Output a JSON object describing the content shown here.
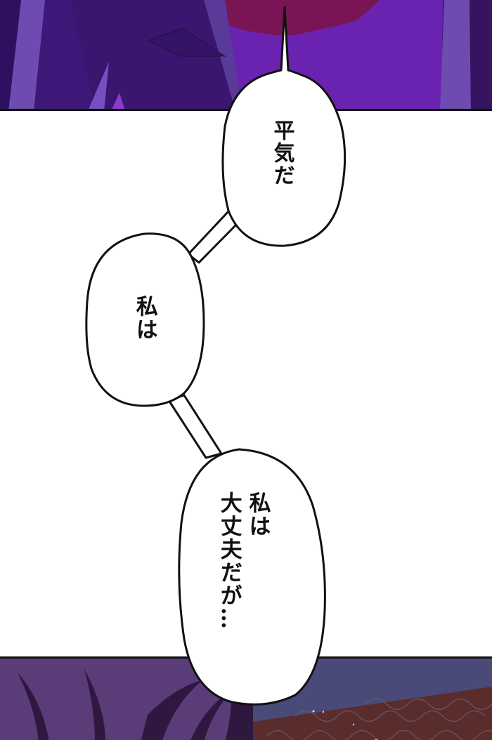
{
  "page": {
    "type": "webtoon-panel",
    "colors": {
      "top_panel_base": "#451a8a",
      "top_panel_sky": "#6a22b0",
      "top_panel_red_cloud": "#7a1555",
      "top_panel_light_stripe": "#6e4bb0",
      "gutter": "#ffffff",
      "bubble_fill": "#ffffff",
      "bubble_stroke": "#111111",
      "bottom_hair": "#5a3c78",
      "bottom_hair_dark": "#2e1840",
      "bottom_sky": "#4a4a78",
      "bottom_wall": "#5a2c2c",
      "bottom_pattern": "#6e5a66"
    }
  },
  "bubbles": [
    {
      "id": "bubble-1",
      "text": "平気だ"
    },
    {
      "id": "bubble-2",
      "text": "私は"
    },
    {
      "id": "bubble-3",
      "lines": [
        "私は",
        "大丈夫だが…"
      ]
    }
  ]
}
